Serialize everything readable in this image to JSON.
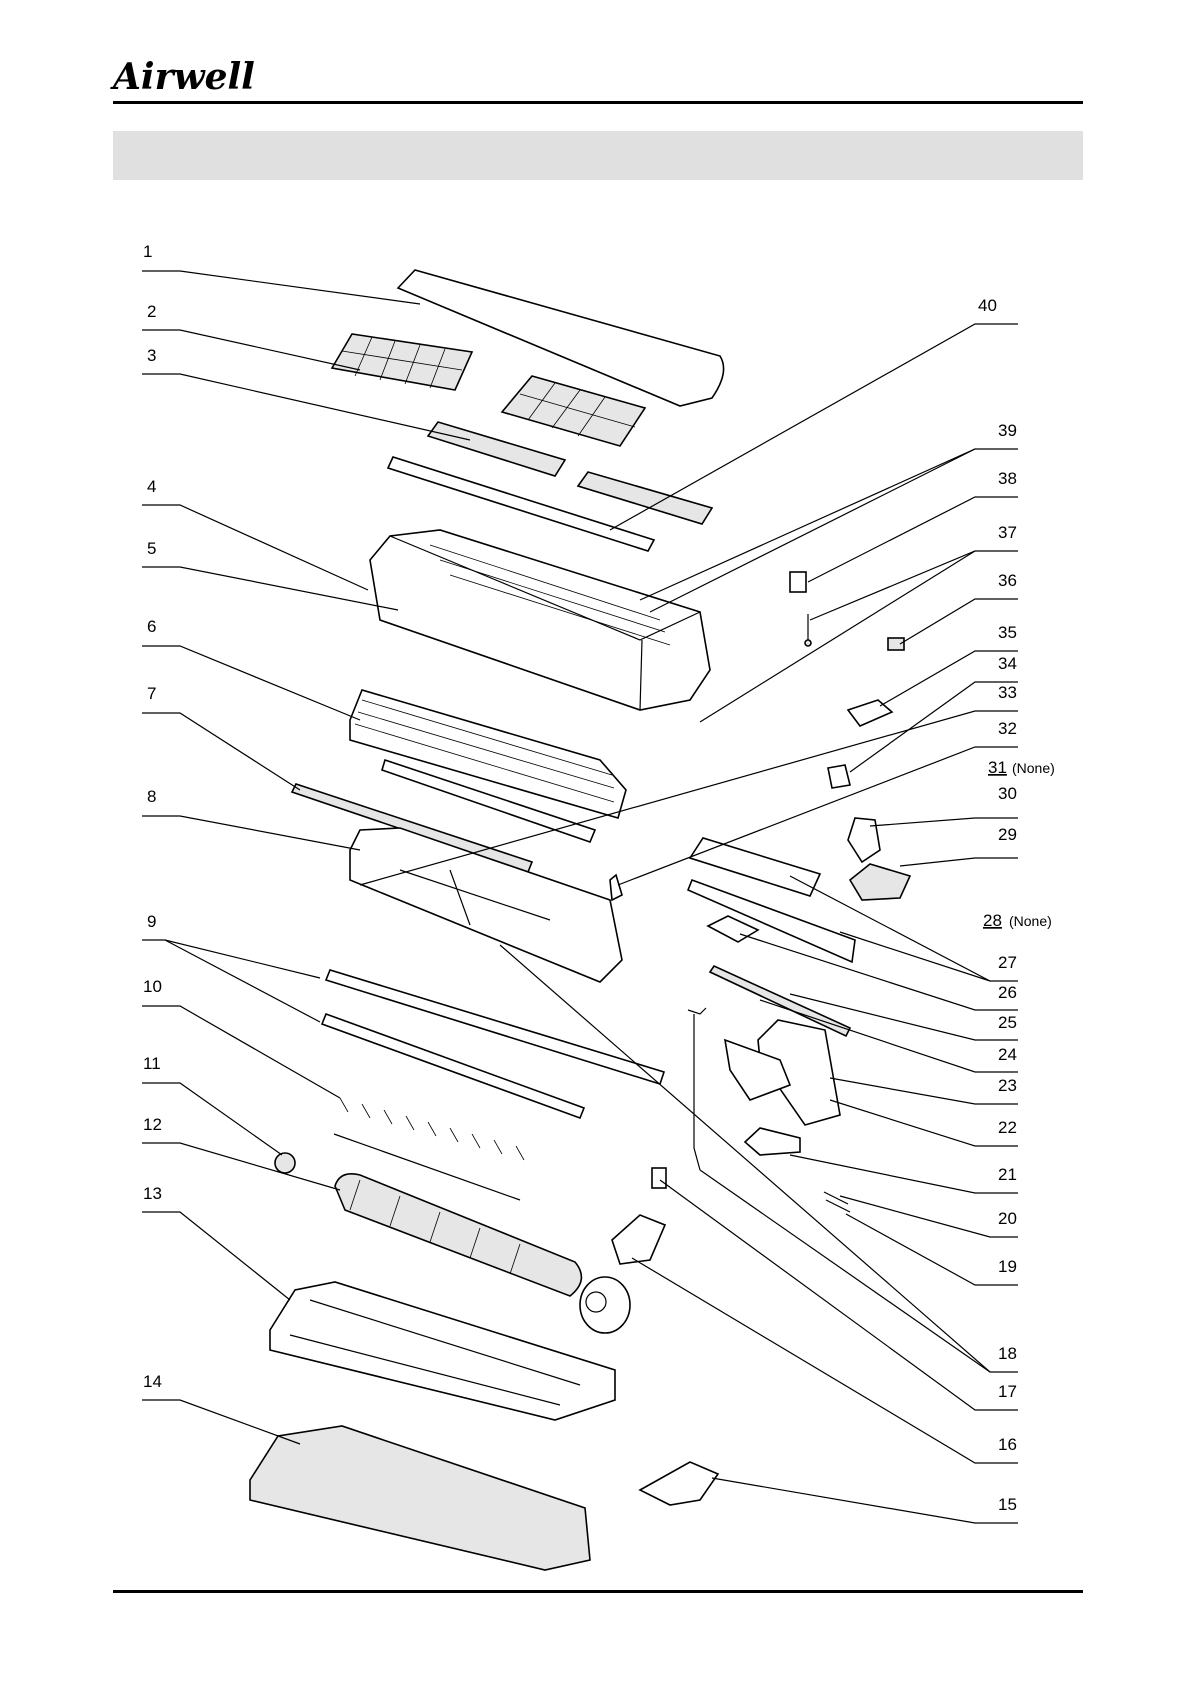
{
  "brand": {
    "logo_text": "Airwell"
  },
  "labels": {
    "l1": "1",
    "l2": "2",
    "l3": "3",
    "l4": "4",
    "l5": "5",
    "l6": "6",
    "l7": "7",
    "l8": "8",
    "l9": "9",
    "l10": "10",
    "l11": "11",
    "l12": "12",
    "l13": "13",
    "l14": "14",
    "l15": "15",
    "l16": "16",
    "l17": "17",
    "l18": "18",
    "l19": "19",
    "l20": "20",
    "l21": "21",
    "l22": "22",
    "l23": "23",
    "l24": "24",
    "l25": "25",
    "l26": "26",
    "l27": "27",
    "l28": "28",
    "l29": "29",
    "l30": "30",
    "l31": "31",
    "l32": "32",
    "l33": "33",
    "l34": "34",
    "l35": "35",
    "l36": "36",
    "l37": "37",
    "l38": "38",
    "l39": "39",
    "l40": "40"
  },
  "notes": {
    "n31": "(None)",
    "n28": "(None)"
  }
}
